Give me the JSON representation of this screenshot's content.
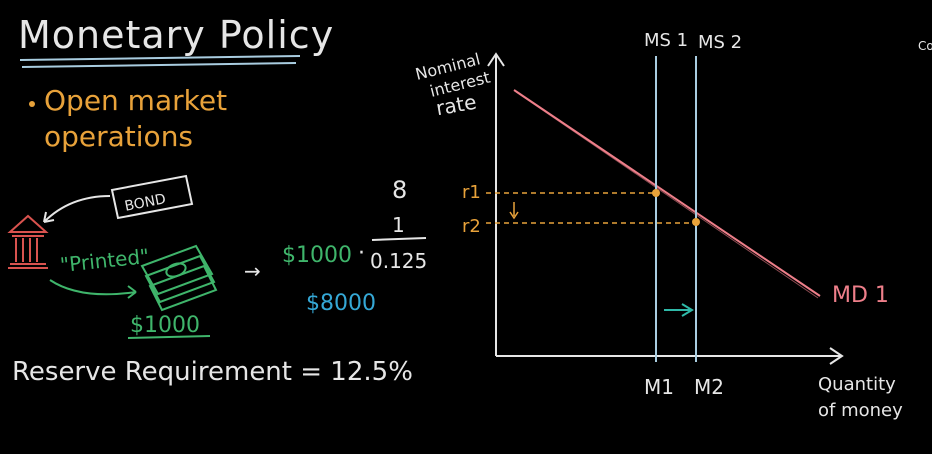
{
  "title": "Monetary Policy",
  "bullet": {
    "line1": "Open market",
    "line2": "operations"
  },
  "bond_label": "BOND",
  "printed_label": "\"Printed\"",
  "money_amount": "$1000",
  "calc": {
    "amount": "$1000",
    "dot": "·",
    "numerator": "1",
    "denominator": "0.125",
    "multiplier": "8",
    "arrow": "→",
    "result": "$8000"
  },
  "reserve_requirement": "Reserve Requirement = 12.5%",
  "corner_text": "Co",
  "graph": {
    "y_label_line1": "Nominal",
    "y_label_line2": "interest",
    "y_label_line3": "rate",
    "x_label_line1": "Quantity",
    "x_label_line2": "of money",
    "ms1_label": "MS 1",
    "ms2_label": "MS 2",
    "md_label": "MD 1",
    "r1_label": "r1",
    "r2_label": "r2",
    "m1_label": "M1",
    "m2_label": "M2"
  },
  "colors": {
    "chalk_white": "#e6e6e6",
    "orange": "#e8a23a",
    "green": "#3fb56b",
    "teal": "#2fb9a8",
    "cyan": "#35a8d6",
    "pink": "#ee7f8a",
    "light_blue": "#a9cde0",
    "bank_red": "#d9534f"
  }
}
